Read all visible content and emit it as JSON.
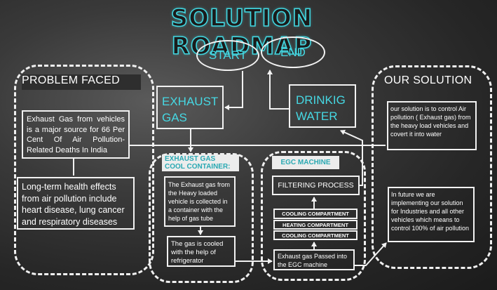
{
  "title": "SOLUTION ROADMAP",
  "start": "START",
  "end": "END",
  "exhaust_gas": "EXHAUST GAS",
  "drinking_water": "DRINKIG WATER",
  "problem": {
    "header": "PROBLEM FACED",
    "box1": "Exhaust Gas from vehicles is a major source for 66 Per Cent Of Air Pollution-Related Deaths In India",
    "box2": "Long-term health effects from air pollution include heart disease, lung cancer and respiratory diseases"
  },
  "container": {
    "label": "EXHAUST GAS COOL CONTAINER:",
    "box1": "The Exhaust gas from the Heavy loaded vehicle is collected in a container with the help of gas tube",
    "box2": "The gas is cooled with the help of refrigerator"
  },
  "egc": {
    "label": "EGC MACHINE",
    "filtering": "FILTERING PROCESS",
    "compartments": [
      "COOLING COMPARTMENT",
      "HEATING COMPARTMENT",
      "COOLING COMPARTMENT"
    ],
    "passed": "Exhaust gas Passed into the EGC machine"
  },
  "solution": {
    "header": "OUR SOLUTION",
    "box1": "our solution is to control Air pollution ( Exhaust gas) from the heavy load vehicles and covert it into water",
    "box2": "In future we are implementing our solution for Industries and all other vehicles which means to control 100% of air pollution"
  },
  "colors": {
    "accent": "#46d8e3",
    "line": "#f2f2f2"
  }
}
